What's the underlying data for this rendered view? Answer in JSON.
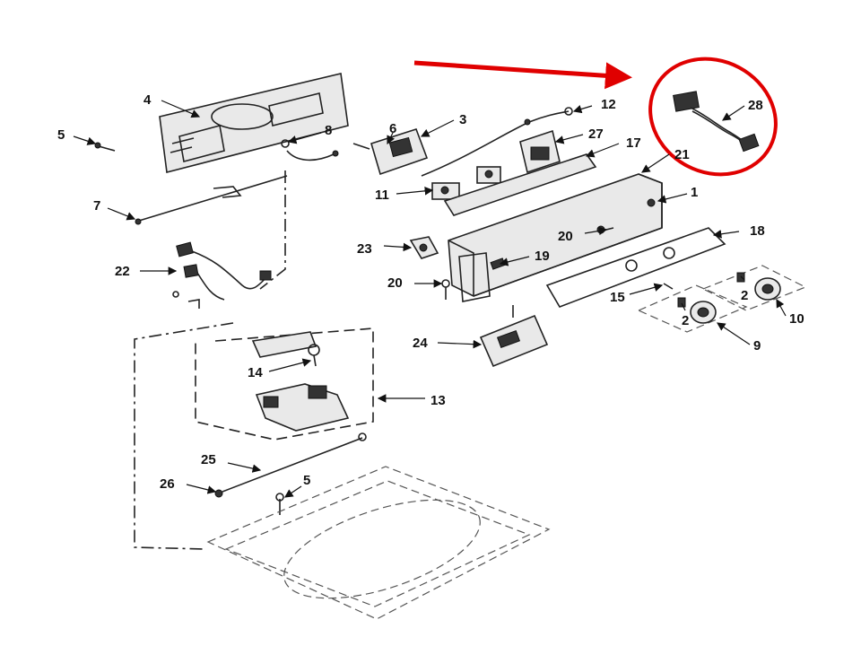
{
  "callout_labels": {
    "n1": "1",
    "n2a": "2",
    "n2b": "2",
    "n3": "3",
    "n4": "4",
    "n5a": "5",
    "n5b": "5",
    "n6": "6",
    "n7": "7",
    "n8": "8",
    "n9": "9",
    "n10": "10",
    "n11": "11",
    "n12": "12",
    "n13": "13",
    "n14": "14",
    "n15": "15",
    "n17": "17",
    "n18": "18",
    "n19": "19",
    "n20a": "20",
    "n20b": "20",
    "n21": "21",
    "n22": "22",
    "n23": "23",
    "n24": "24",
    "n25": "25",
    "n26": "26",
    "n27": "27",
    "n28": "28"
  },
  "colors": {
    "highlight": "#e00000",
    "line": "#222222",
    "background": "#ffffff"
  }
}
